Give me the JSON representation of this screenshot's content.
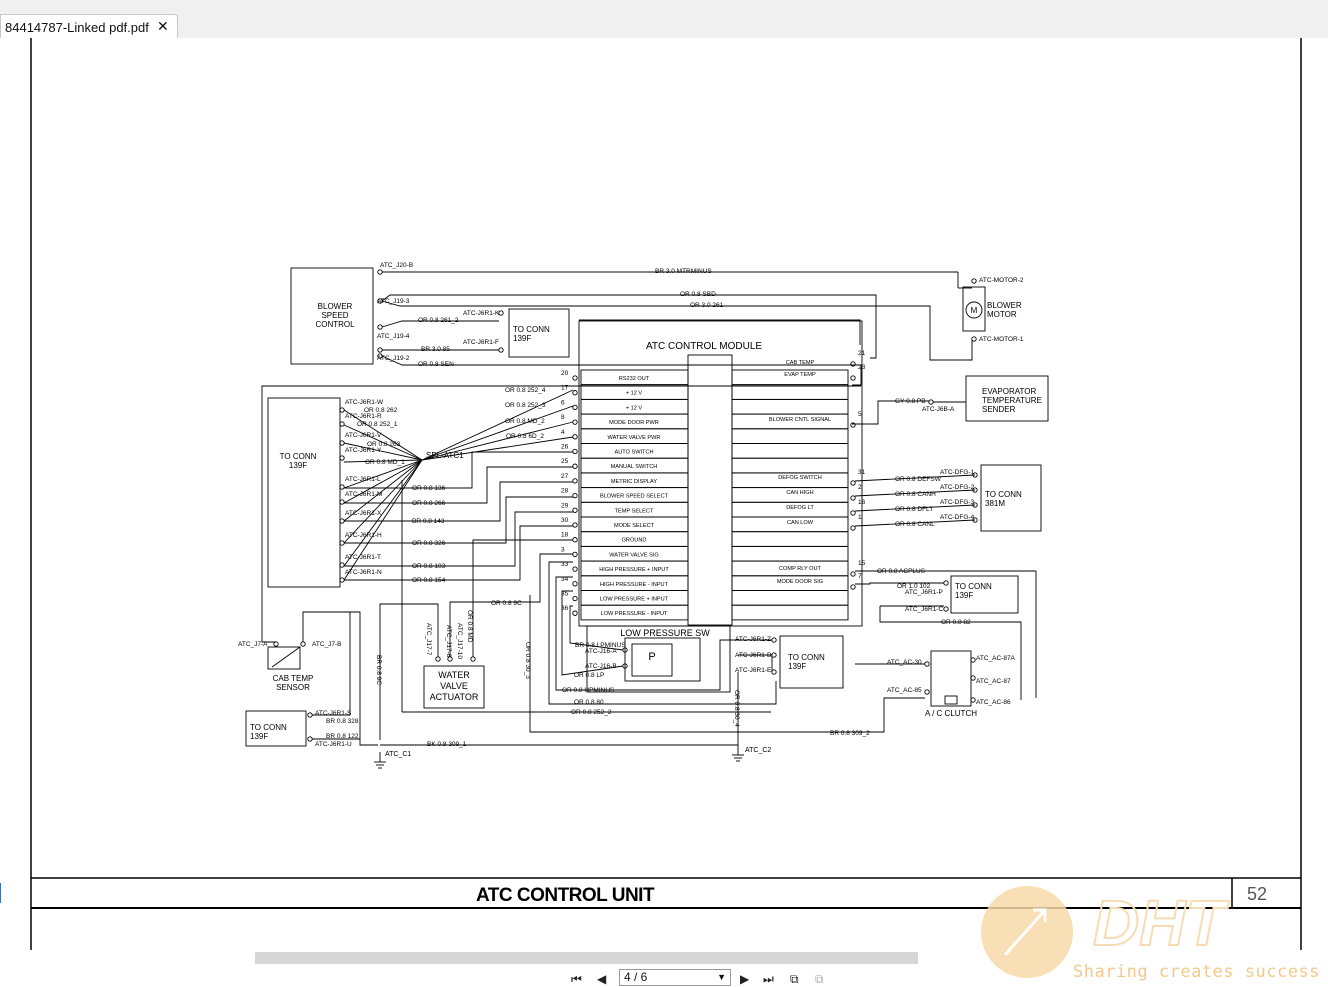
{
  "tab": {
    "label": "84414787-Linked pdf.pdf",
    "close": "✕"
  },
  "title_block": {
    "title": "ATC CONTROL UNIT",
    "page_no": "52"
  },
  "viewer": {
    "page_display": "4 / 6"
  },
  "watermark": {
    "logo": "DHT",
    "slogan": "Sharing creates success"
  },
  "colors": {
    "line": "#000000",
    "watermark": "#f2c98a"
  },
  "diagram": {
    "blower_box": [
      "BLOWER",
      "SPEED",
      "CONTROL"
    ],
    "module_title": "ATC CONTROL MODULE",
    "module_left_rows": [
      {
        "pin": "20",
        "label": "RS232 OUT",
        "wire": ""
      },
      {
        "pin": "17",
        "label": "+ 12 V",
        "wire": "OR 0.8 252_4"
      },
      {
        "pin": "6",
        "label": "+ 12 V",
        "wire": "OR 0.8 252_3"
      },
      {
        "pin": "8",
        "label": "MODE DOOR PWR",
        "wire": "OR 0.8 MD_2"
      },
      {
        "pin": "4",
        "label": "WATER VALVE PWR",
        "wire": "OR 0.8 6D_2"
      },
      {
        "pin": "26",
        "label": "AUTO SWITCH",
        "wire": ""
      },
      {
        "pin": "25",
        "label": "MANUAL SWITCH",
        "wire": ""
      },
      {
        "pin": "27",
        "label": "METRIC DISPLAY",
        "wire": ""
      },
      {
        "pin": "28",
        "label": "BLOWER SPEED SELECT",
        "wire": ""
      },
      {
        "pin": "29",
        "label": "TEMP SELECT",
        "wire": ""
      },
      {
        "pin": "30",
        "label": "MODE SELECT",
        "wire": ""
      },
      {
        "pin": "18",
        "label": "GROUND",
        "wire": ""
      },
      {
        "pin": "3",
        "label": "WATER VALVE SIG",
        "wire": ""
      },
      {
        "pin": "33",
        "label": "HIGH PRESSURE + INPUT",
        "wire": ""
      },
      {
        "pin": "34",
        "label": "HIGH PRESSURE - INPUT",
        "wire": ""
      },
      {
        "pin": "35",
        "label": "LOW PRESSURE + INPUT",
        "wire": ""
      },
      {
        "pin": "36",
        "label": "LOW PRESSURE - INPUT",
        "wire": ""
      }
    ],
    "module_right_labels": [
      {
        "pin": "21",
        "label": "CAB TEMP"
      },
      {
        "pin": "23",
        "label": "EVAP TEMP"
      },
      {
        "pin": "5",
        "label": "BLOWER CNTL SIGNAL"
      },
      {
        "pin": "31",
        "label": "DEFOG SWITCH"
      },
      {
        "pin": "2",
        "label": "CAN HIGH"
      },
      {
        "pin": "16",
        "label": "DEFOG LT"
      },
      {
        "pin": "1",
        "label": "CAN LOW"
      },
      {
        "pin": "15",
        "label": "COMP RLY OUT"
      },
      {
        "pin": "7",
        "label": "MODE DOOR SIG"
      }
    ],
    "top_wires": [
      {
        "conn": "ATC_J20-B",
        "wire": "BR 3.0 MTRMINUS"
      },
      {
        "conn": "ATC_J19-3",
        "wire": "OR 0.8 SBD"
      },
      {
        "conn": "",
        "wire": "OR 3.0 261"
      },
      {
        "conn": "ATC-J6R1-K",
        "wire": "OR 0.8 261_2"
      },
      {
        "conn": "ATC_J19-4",
        "wire": ""
      },
      {
        "conn": "ATC-J6R1-F",
        "wire": "BR 3.0 85"
      },
      {
        "conn": "ATC_J19-2",
        "wire": "OR 0.8 SEN"
      }
    ],
    "conn_139f_top": [
      "TO CONN",
      "139F"
    ],
    "left_conn_box": [
      "TO CONN",
      "139F"
    ],
    "left_conn_pins": [
      {
        "conn": "ATC-J6R1-W",
        "wire": "OR 0.8 262"
      },
      {
        "conn": "ATC-J6R1-R",
        "wire": "OR 0.8 252_1"
      },
      {
        "conn": "ATC-J6R1-V",
        "wire": "OR 0.8 263"
      },
      {
        "conn": "ATC-J6R1-Y",
        "wire": "OR 0.8 MD_1"
      },
      {
        "conn": "ATC-J6R1-L",
        "wire": "OR 0.8 136"
      },
      {
        "conn": "ATC-J6R1-M",
        "wire": "OR 0.8 266"
      },
      {
        "conn": "ATC-J6R1-X",
        "wire": "BR 0.8 143"
      },
      {
        "conn": "ATC-J6R1-H",
        "wire": "OR 0.8 326"
      },
      {
        "conn": "ATC-J6R1-T",
        "wire": "OR 0.8 103"
      },
      {
        "conn": "ATC-J6R1-N",
        "wire": "OR 0.8 154"
      }
    ],
    "splice": "SPL-ATC1",
    "motor": {
      "top": "ATC-MOTOR-2",
      "bottom": "ATC-MOTOR-1",
      "label": [
        "BLOWER",
        "MOTOR"
      ],
      "symbol": "M"
    },
    "evap_sender": {
      "lines": [
        "EVAPORATOR",
        "TEMPERATURE",
        "SENDER"
      ],
      "wire": "GY 0.8 PB",
      "conn": "ATC-J6B-A"
    },
    "conn_381m": {
      "lines": [
        "TO CONN",
        "381M"
      ],
      "pins": [
        {
          "conn": "ATC-DFG-1",
          "wire": "OR 0.8 DEFSW"
        },
        {
          "conn": "ATC-DFG-2",
          "wire": "OR 0.8 CANH"
        },
        {
          "conn": "ATC-DFG-3",
          "wire": "OR 0.8 DFLT"
        },
        {
          "conn": "ATC-DFG-4",
          "wire": "OR 0.8 CANL"
        }
      ]
    },
    "right_mid": {
      "wire_15": "OR 0.8 ACPLUS",
      "wire_7": "OR 1.0 102",
      "conn_p": "ATC_J6R1-P",
      "conn_c": "ATC_J6R1-C",
      "wire_82": "OR 0.8 82",
      "box": [
        "TO CONN",
        "139F"
      ]
    },
    "ac_clutch": {
      "label": "A / C CLUTCH",
      "c30": "ATC_AC-30",
      "c85": "ATC_AC-85",
      "c87a": "ATC_AC-87A",
      "c87": "ATC_AC-87",
      "c86": "ATC_AC-86"
    },
    "low_pressure": {
      "label": "LOW PRESSURE SW",
      "symbol": "P",
      "w1": "BR 0.8 LPMINUS",
      "c1": "ATC-J16-A",
      "c2": "ATC-J16-B",
      "w2": "OR 0.8 LP",
      "w3": "OR 0.8 HPMINUS",
      "w4": "OR 0.8 80",
      "w5": "OR 0.8 252_2"
    },
    "lower_mid_conn": {
      "lines": [
        "TO CONN",
        "139F"
      ],
      "c1": "ATC-J6R1-Z",
      "c2": "ATC-J6R1-B",
      "c3": "ATC-J6R1-E",
      "vwire": "OR 0.8 30_4"
    },
    "water_valve": {
      "lines": [
        "WATER",
        "VALVE",
        "ACTUATOR"
      ],
      "c1": "ATC_J17-7",
      "c2": "ATC_J17-8",
      "c3": "ATC_J17-10",
      "w1": "OR 0.8 MD",
      "w2": "OR 0.8 9C"
    },
    "cab_temp": {
      "lines": [
        "CAB TEMP",
        "SENSOR"
      ],
      "ca": "ATC_J7-A",
      "cb": "ATC_J7-B"
    },
    "ground_wires": {
      "br9c": "BR 0.8 9C",
      "or30_3": "OR 0.8 30_3",
      "c1": "ATC_C1",
      "c2": "ATC_C2",
      "w309_1": "BK 0.8 309_1",
      "w309_2": "BR 0.8 309_2"
    },
    "bottom_left_conn": {
      "lines": [
        "TO CONN",
        "139F"
      ],
      "pins": [
        {
          "conn": "ATC-J6R1-S",
          "wire": "BR 0.8 328"
        },
        {
          "conn": "ATC-J6R1-U",
          "wire": "BR 0.8 122"
        }
      ]
    }
  }
}
